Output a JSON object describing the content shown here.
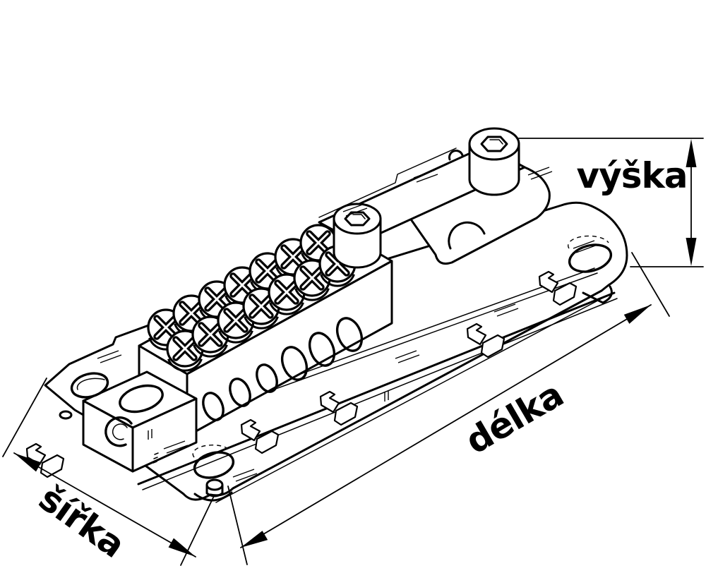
{
  "figure": {
    "kind": "technical-line-drawing",
    "subject": "DIN-rail mounted terminal block (busbar) in isometric view",
    "background_color": "#ffffff",
    "line_color": "#000000"
  },
  "dimensions": {
    "height_label": "výška",
    "length_label": "délka",
    "width_label": "šířka"
  },
  "parts_visible": [
    "mounting-plate",
    "mounting-slots",
    "din-rail",
    "rail-clips",
    "terminal-block",
    "terminal-screws",
    "wire-entry-holes",
    "clamp-bar",
    "socket-head-screws",
    "wire-clamp"
  ]
}
